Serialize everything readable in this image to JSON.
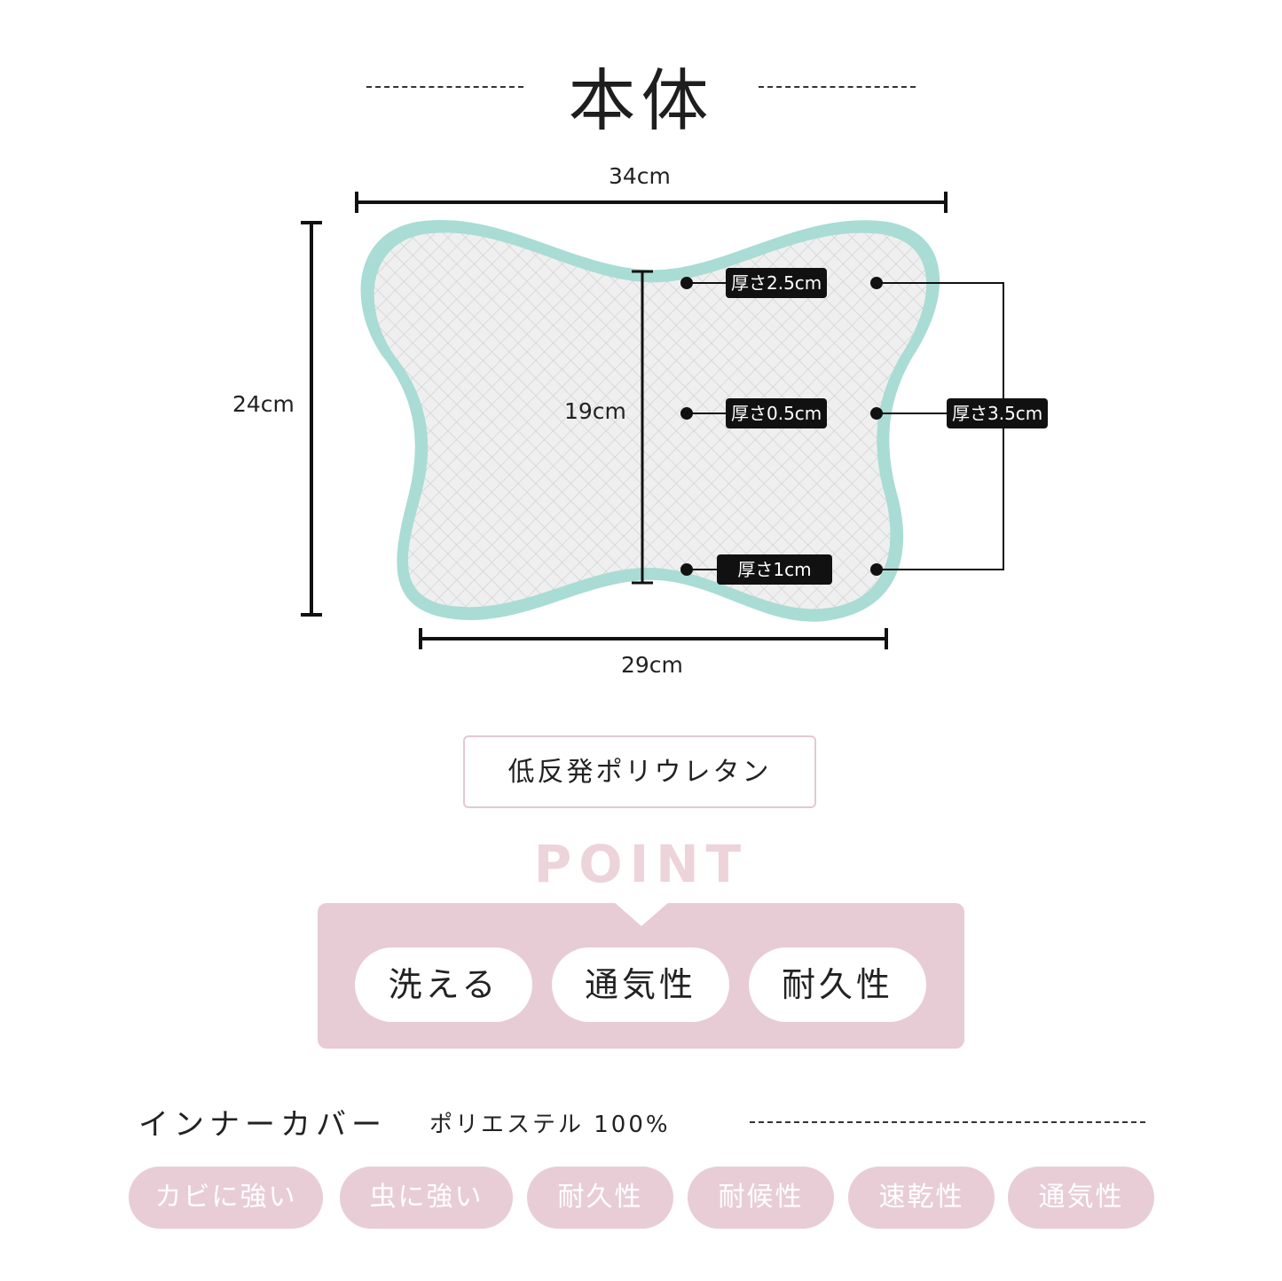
{
  "header": {
    "title": "本体"
  },
  "dimensions": {
    "top_width": "34cm",
    "height": "24cm",
    "inner_height": "19cm",
    "bottom_width": "29cm"
  },
  "thickness": {
    "top": "厚さ2.5cm",
    "middle": "厚さ0.5cm",
    "bottom": "厚さ1cm",
    "side": "厚さ3.5cm"
  },
  "colors": {
    "pillow_trim": "#a9dcd4",
    "pillow_body": "#eeeeee",
    "accent_pink": "#e7cbd5"
  },
  "material": {
    "label": "低反発ポリウレタン"
  },
  "point": {
    "title": "POINT",
    "features": [
      "洗える",
      "通気性",
      "耐久性"
    ]
  },
  "inner_cover": {
    "title": "インナーカバー",
    "material": "ポリエステル 100%",
    "features": [
      "カビに強い",
      "虫に強い",
      "耐久性",
      "耐候性",
      "速乾性",
      "通気性"
    ]
  }
}
